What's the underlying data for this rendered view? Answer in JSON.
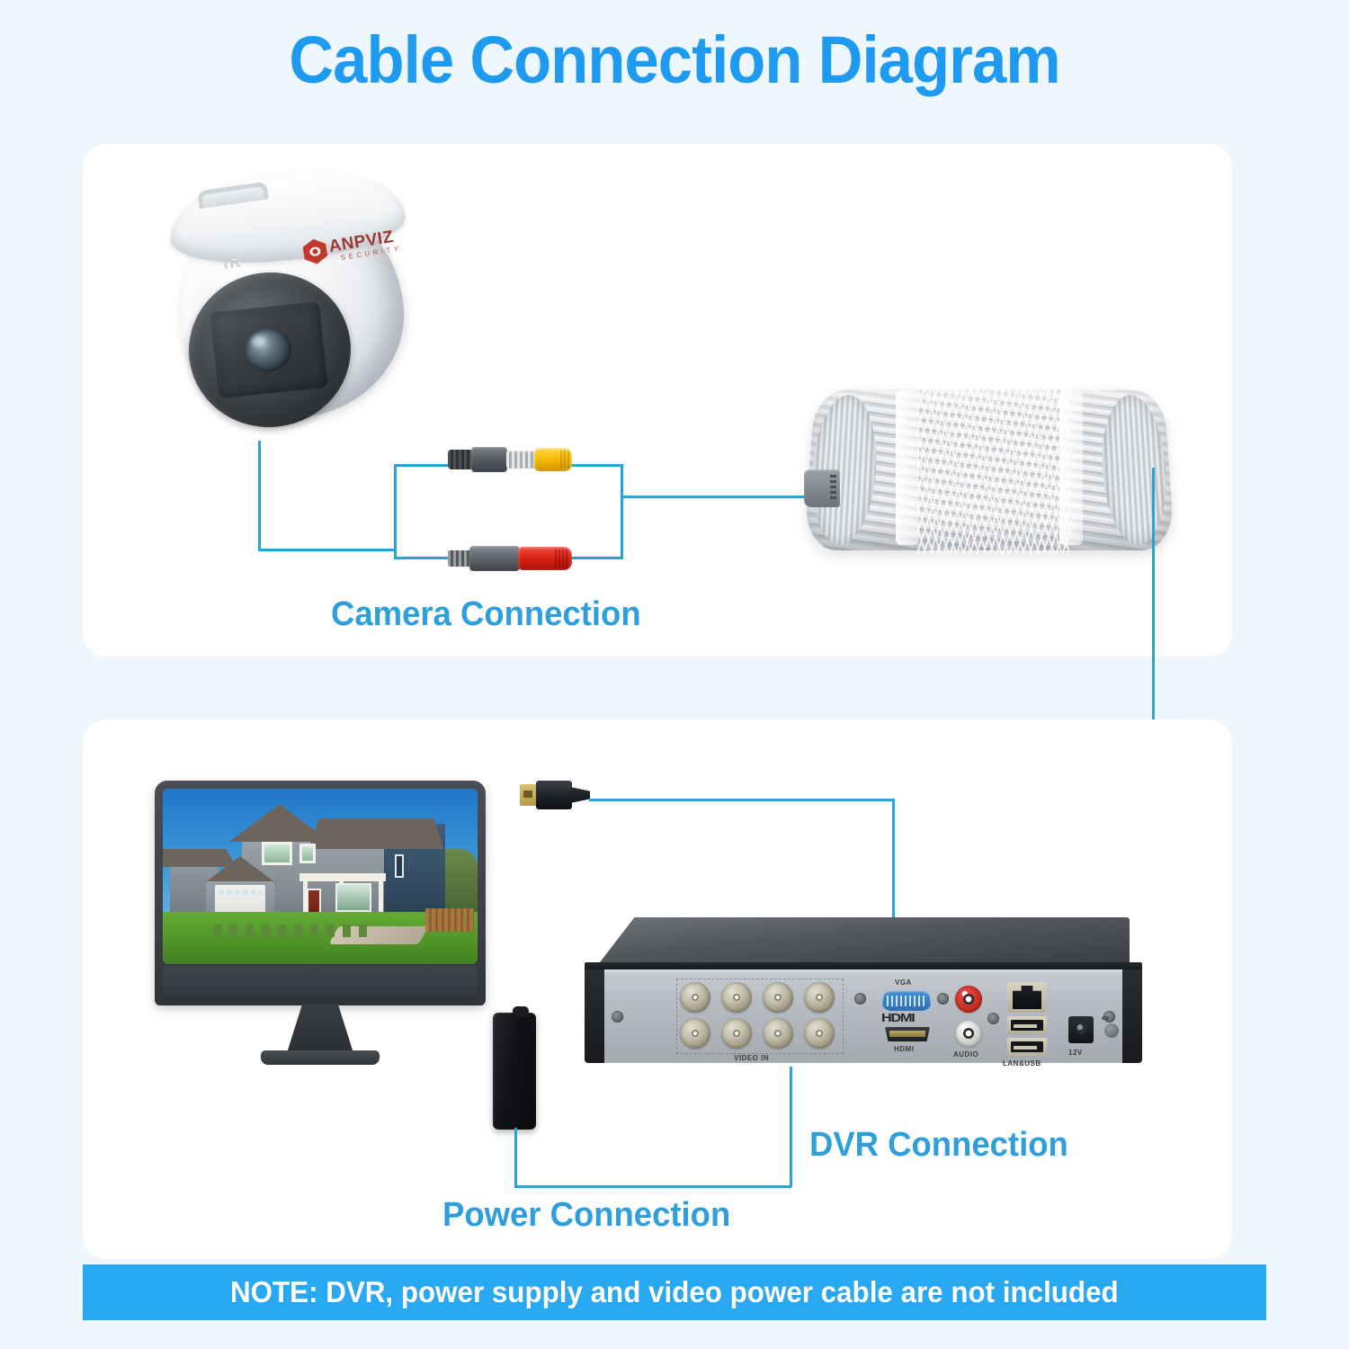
{
  "page": {
    "title": "Cable Connection Diagram",
    "accent_blue": "#1e9bf0",
    "line_blue": "#2aa3d8",
    "background": "#eef7fd",
    "card_background": "#ffffff"
  },
  "note": {
    "text": "NOTE: DVR, power supply and video power cable are not included",
    "background": "#29a9f2",
    "text_color": "#ffffff"
  },
  "top_panel": {
    "label": "Camera Connection",
    "camera": {
      "brand": "ANPVIZ",
      "brand_sub": "SECURITY",
      "ir_mark": "IR",
      "brand_color": "#c0392b"
    },
    "connectors": [
      {
        "name": "BNC video connector",
        "tip_color": "#f5b800",
        "tip_name": "yellow"
      },
      {
        "name": "DC power connector",
        "tip_color": "#d61f12",
        "tip_name": "red"
      }
    ],
    "cable_coil": {
      "name": "video power cable coil",
      "color": "#d2d5d8"
    }
  },
  "bottom_panel": {
    "dvr_label": "DVR Connection",
    "power_label": "Power Connection",
    "monitor": {
      "name": "monitor",
      "screen_content": "house photo"
    },
    "hdmi_cable": {
      "name": "HDMI cable plug"
    },
    "power_supply": {
      "name": "power supply adapter"
    },
    "dvr": {
      "ports": {
        "video_in": "VIDEO IN",
        "vga": "VGA",
        "hdmi_mark": "HDMI",
        "hdmi": "HDMI",
        "audio": "AUDIO",
        "lan_usb": "LAN&USB",
        "power": "12V",
        "bnc_count": 8
      }
    }
  }
}
